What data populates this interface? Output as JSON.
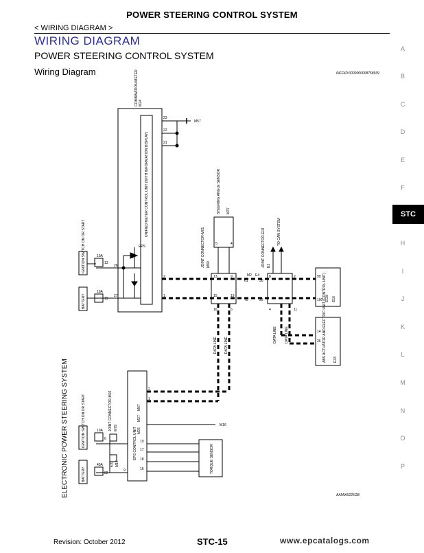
{
  "header": {
    "top_title": "POWER STEERING CONTROL SYSTEM",
    "breadcrumb": "< WIRING DIAGRAM >",
    "section_title": "WIRING DIAGRAM",
    "system_title": "POWER STEERING CONTROL SYSTEM",
    "diagram_title": "Wiring Diagram",
    "info_id": "INFOID:0000000008758939"
  },
  "side_index": [
    "A",
    "B",
    "C",
    "D",
    "E",
    "F",
    "H",
    "I",
    "J",
    "K",
    "L",
    "M",
    "N",
    "O",
    "P"
  ],
  "side_tab": "STC",
  "diagram": {
    "vertical_title": "ELECTRONIC POWER STEERING SYSTEM",
    "combination_meter": "COMBINATION METER",
    "combination_meter_conn": "M24",
    "unified_meter": "UNIFIED METER CONTROL UNIT (WITH INFORMATION DISPLAY)",
    "meter_pins": [
      "23",
      "22",
      "21",
      "26",
      "27",
      "2",
      "1"
    ],
    "ground_m57": "M57",
    "eps_lamp": "EPS",
    "ignition_switch": "IGNITION SWITCH ON OR START",
    "battery": "BATTERY",
    "fuse_10a_top": "10A",
    "fuse_10a_top_no": "13",
    "fuse_10a_low": "10A",
    "fuse_10a_low_no": "19",
    "steering_angle_sensor": "STEERING ANGLE SENSOR",
    "steering_angle_conn": "M37",
    "steering_pins": [
      "5",
      "4"
    ],
    "joint_conn_m01": "JOINT CONNECTOR-M01",
    "joint_conn_m01_conn": "M80",
    "joint_m01_pins": [
      "13",
      "9",
      "15",
      "19",
      "16",
      "6"
    ],
    "m2_label": "M2",
    "e4_label": "E4",
    "m2_pins": [
      "61",
      "70"
    ],
    "e4_pins": [
      "30",
      "29"
    ],
    "joint_conn_e02": "JOINT CONNECTOR-E02",
    "joint_conn_e02_conn": "E2",
    "joint_e02_pins": [
      "8",
      "2",
      "4",
      "11"
    ],
    "can_system": "TO CAN SYSTEM",
    "ecm": "ECM",
    "ecm_conn": "E16",
    "ecm_pins": [
      "99",
      "100"
    ],
    "abs": "ABS ACTUATOR AND ELECTRIC UNIT (CONTROL UNIT)",
    "abs_conn": "E33",
    "abs_pins": [
      "14",
      "26"
    ],
    "data_line": "DATA LINE",
    "eps_control_unit": "EPS CONTROL UNIT",
    "eps_conns": [
      "M67",
      "M27",
      "M26"
    ],
    "eps_pins": [
      "1",
      "2",
      "19",
      "17",
      "18",
      "16",
      "9"
    ],
    "joint_conn_m02": "JOINT CONNECTOR-M02",
    "joint_conn_m02_conn": "M79",
    "ignition_switch_low": "IGNITION SWITCH ON OR START",
    "battery_low": "BATTERY",
    "fuse_low_a": "10A",
    "fuse_low_a_no": "6",
    "fuse_low_b": "40A",
    "fuse_low_b_no": "82",
    "eps_low_conns": [
      "E33",
      "M17"
    ],
    "ground_m16": "M16",
    "torque_sensor": "TORQUE SENSOR",
    "figure_code": "AAMIA0225GB"
  },
  "footer": {
    "revision": "Revision: October 2012",
    "page": "STC-15",
    "watermark": "www.epcatalogs.com"
  }
}
